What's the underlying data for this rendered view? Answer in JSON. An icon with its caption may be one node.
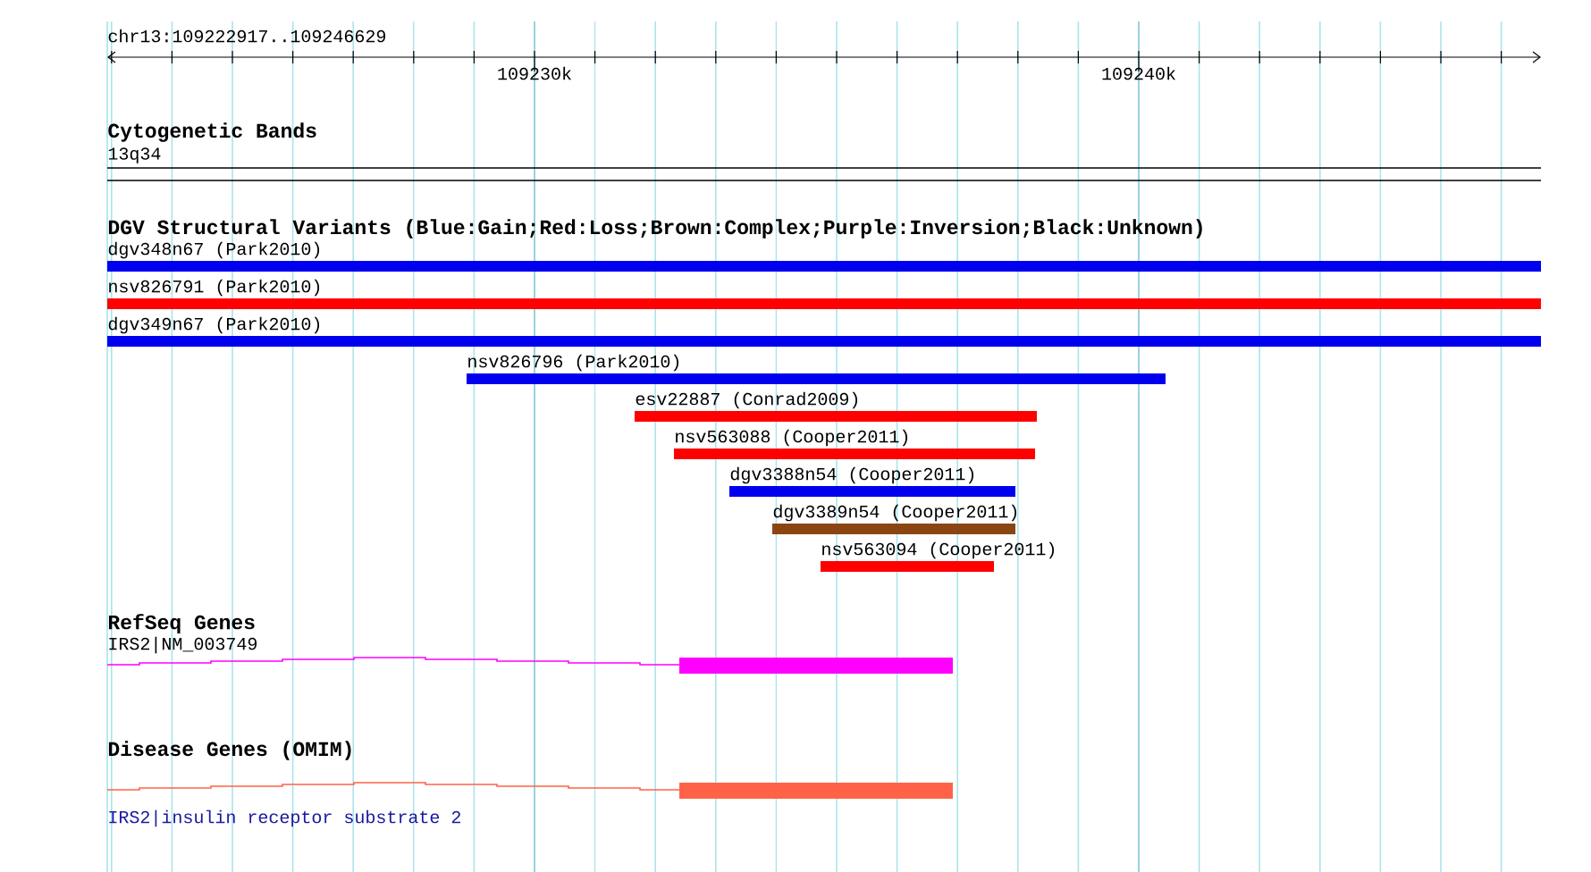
{
  "diagram": {
    "nodes": [
      {
        "text": [
          "13q34"
        ]
      },
      {
        "text": [
          "dgv348n67 (Park2010)"
        ]
      },
      {
        "text": [
          "nsv826791 (Park2010)"
        ]
      },
      {
        "text": [
          "dgv349n67 (Park2010)"
        ]
      },
      {
        "text": [
          "nsv826796 (Park2010)"
        ]
      },
      {
        "text": [
          "esv22887 (Conrad2009)"
        ]
      },
      {
        "text": [
          "nsv563088 (Cooper2011)"
        ]
      },
      {
        "text": [
          "dgv3388n54 (Cooper2011)"
        ]
      },
      {
        "text": [
          "dgv3389n54 (Cooper2011)"
        ]
      },
      {
        "text": [
          "nsv563094 (Cooper2011)"
        ]
      },
      {
        "text": [
          "IRS2|NM_003749"
        ]
      },
      {
        "text": [
          "IRS2|insulin receptor substrate 2"
        ]
      }
    ],
    "labels": [
      "chr13:109222917..109246629",
      "109230k",
      "109240k",
      "Cytogenetic Bands",
      "DGV Structural Variants (Blue:Gain;Red:Loss;Brown:Complex;Purple:Inversion;Black:Unknown)",
      "RefSeq Genes",
      "Disease Genes (OMIM)"
    ]
  }
}
